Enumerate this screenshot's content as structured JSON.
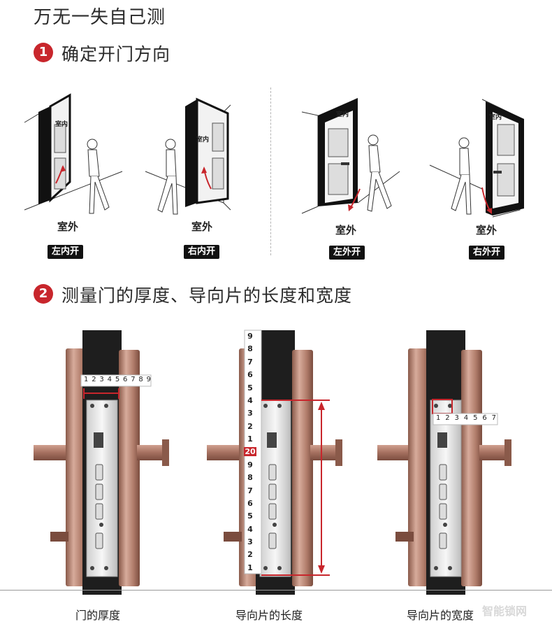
{
  "title": "万无一失自己测",
  "step1": {
    "number": "1",
    "text": "确定开门方向"
  },
  "step2": {
    "number": "2",
    "text": "测量门的厚度、导向片的长度和宽度"
  },
  "doors": [
    {
      "inside": "室内",
      "outside": "室外",
      "badge": "左内开"
    },
    {
      "inside": "室内",
      "outside": "室外",
      "badge": "右内开"
    },
    {
      "inside": "室内",
      "outside": "室外",
      "badge": "左外开"
    },
    {
      "inside": "室内",
      "outside": "室外",
      "badge": "右外开"
    }
  ],
  "captions": [
    "门的厚度",
    "导向片的长度",
    "导向片的宽度"
  ],
  "ruler_small": {
    "digits": [
      "1",
      "2",
      "3",
      "4",
      "5",
      "6",
      "7",
      "8",
      "9"
    ]
  },
  "ruler_tall": {
    "digits": [
      "9",
      "8",
      "7",
      "6",
      "5",
      "4",
      "3",
      "2",
      "1",
      "20",
      "9",
      "8",
      "7",
      "6",
      "5",
      "4",
      "3",
      "2",
      "1"
    ]
  },
  "ruler_right": {
    "digits": [
      "1",
      "2",
      "3",
      "4",
      "5",
      "6",
      "7"
    ]
  },
  "colors": {
    "accent": "#c8262c",
    "copper": "#b98a78",
    "dark_panel": "#1e1e1e"
  },
  "watermark": "智能锁网"
}
